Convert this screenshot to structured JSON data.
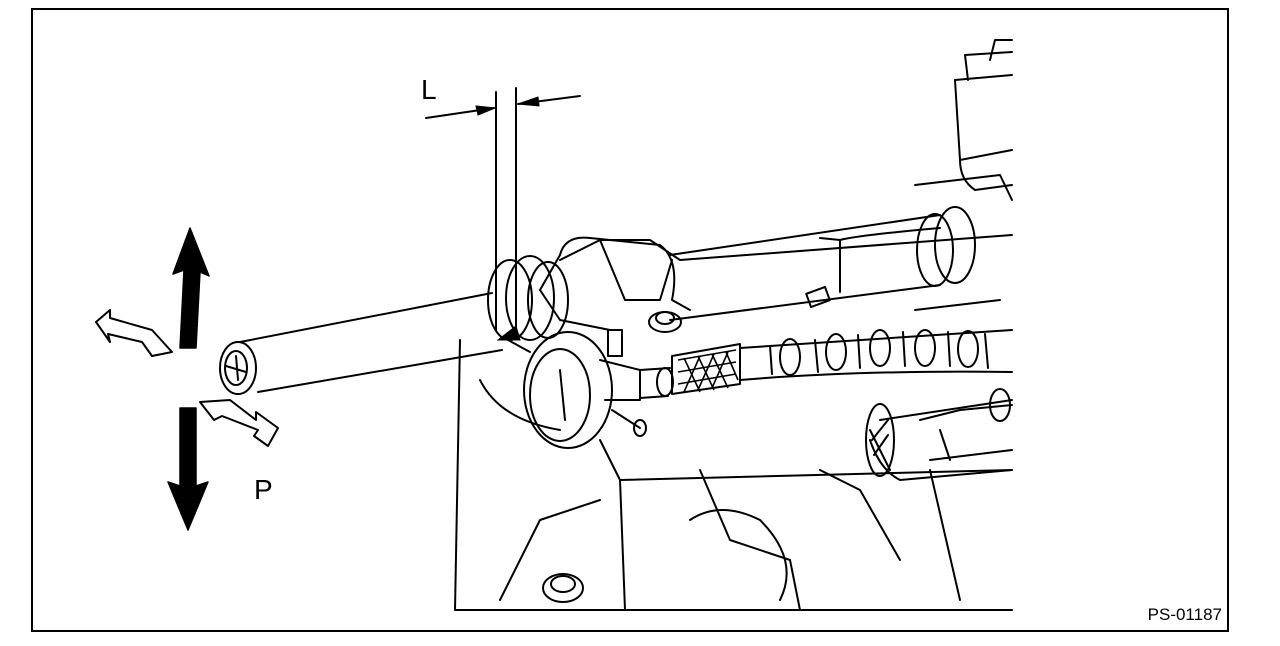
{
  "diagram": {
    "labels": {
      "dimension": "L",
      "direction": "P"
    },
    "figure_id": "PS-01187",
    "colors": {
      "line": "#000000",
      "background": "#ffffff"
    }
  }
}
